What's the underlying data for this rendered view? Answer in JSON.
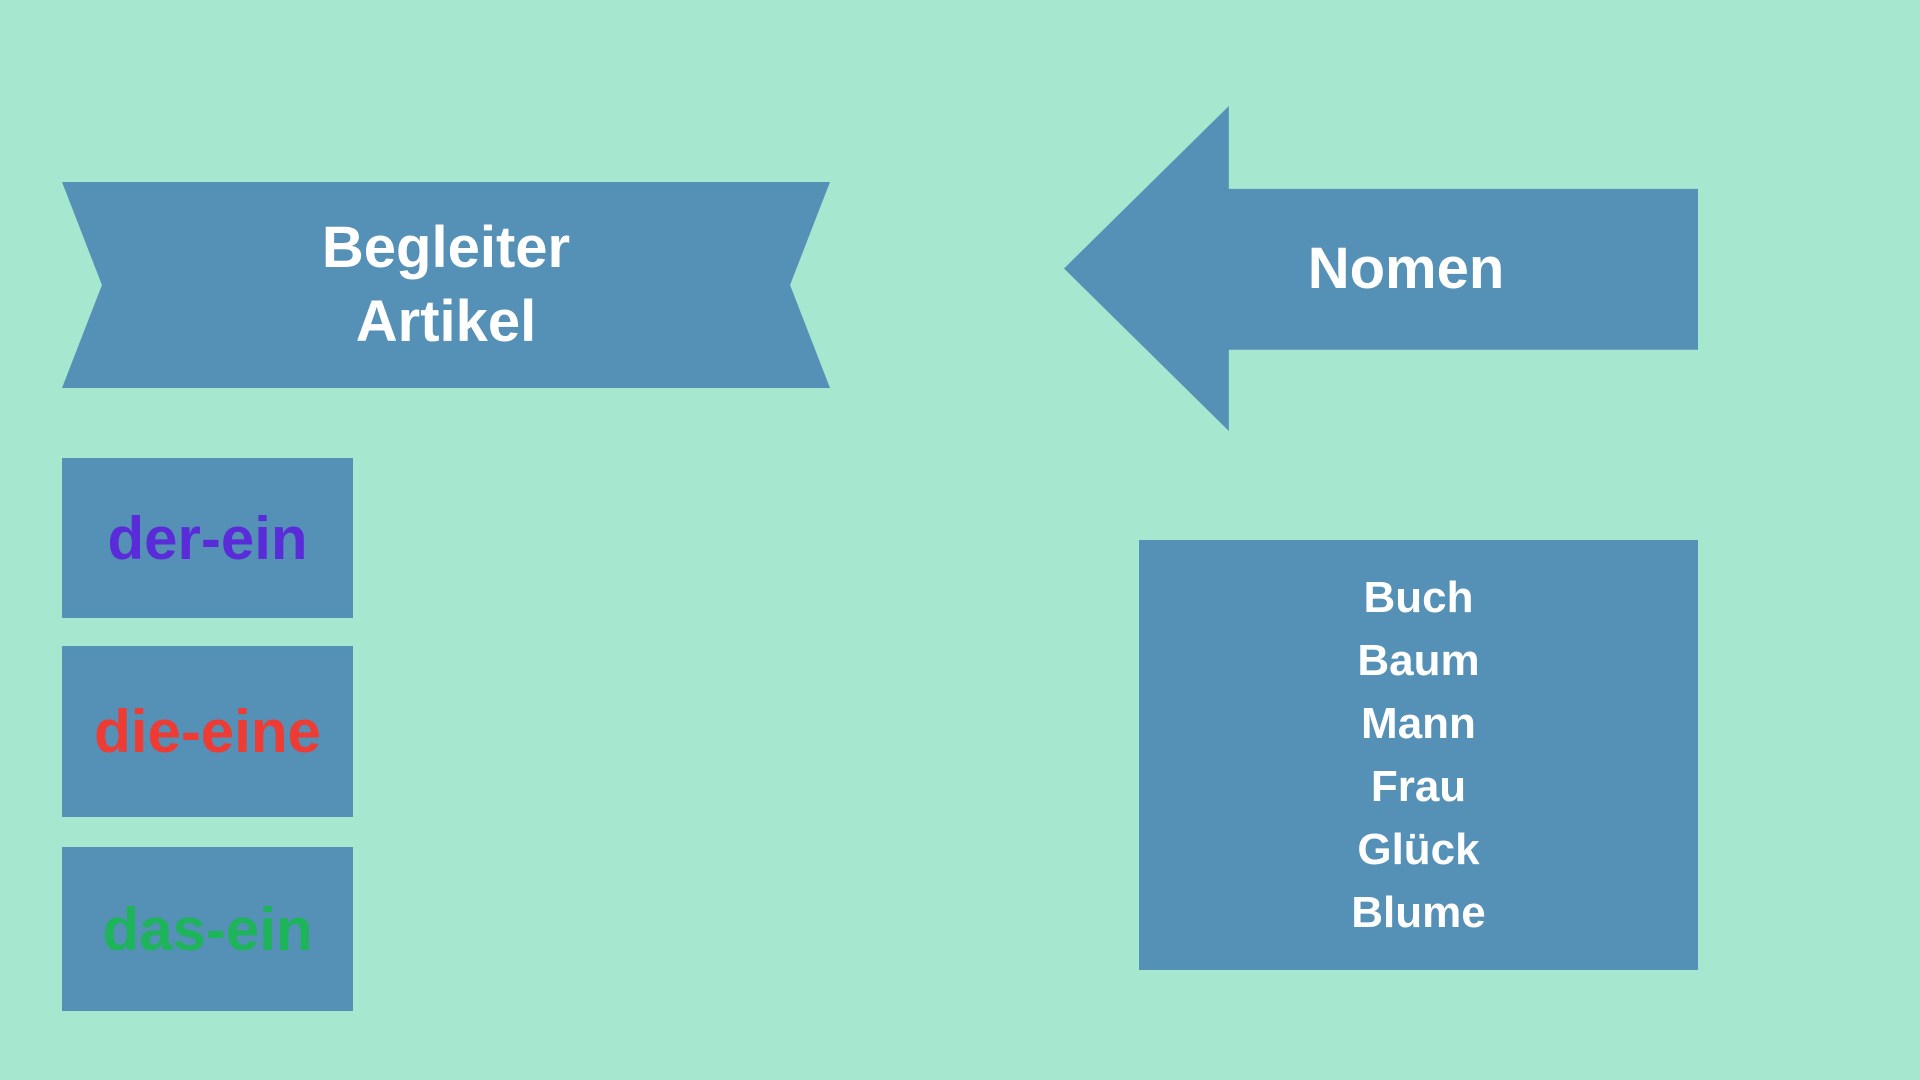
{
  "canvas": {
    "background_color": "#a6e7d0",
    "shape_color": "#5590b6"
  },
  "banner": {
    "line1": "Begleiter",
    "line2": "Artikel",
    "text_color": "#ffffff"
  },
  "arrow": {
    "label": "Nomen",
    "text_color": "#ffffff",
    "direction": "left"
  },
  "articles": [
    {
      "label": "der-ein",
      "color": "#5a2bd8"
    },
    {
      "label": "die-eine",
      "color": "#ee3b33"
    },
    {
      "label": "das-ein",
      "color": "#1db45a"
    }
  ],
  "nouns": {
    "text_color": "#ffffff",
    "items": [
      "Buch",
      "Baum",
      "Mann",
      "Frau",
      "Glück",
      "Blume"
    ]
  }
}
